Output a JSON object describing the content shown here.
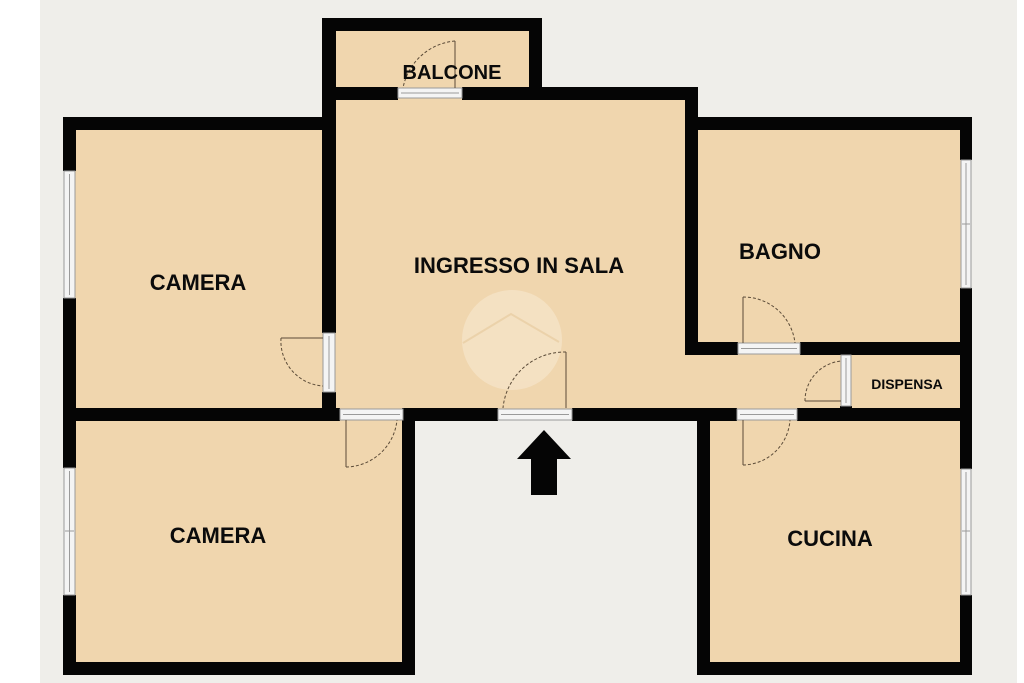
{
  "floorplan": {
    "colors": {
      "background": "#efeeea",
      "page": "#ffffff",
      "room_fill": "#f0d6ae",
      "wall": "#050505",
      "window": "#e6e6e6",
      "door_arc": "#6b5a44",
      "watermark": "#f6e6cc"
    },
    "rooms": [
      {
        "id": "balcone",
        "label": "BALCONE"
      },
      {
        "id": "ingresso",
        "label": "INGRESSO IN SALA"
      },
      {
        "id": "camera1",
        "label": "CAMERA"
      },
      {
        "id": "bagno",
        "label": "BAGNO"
      },
      {
        "id": "dispensa",
        "label": "DISPENSA"
      },
      {
        "id": "camera2",
        "label": "CAMERA"
      },
      {
        "id": "cucina",
        "label": "CUCINA"
      }
    ],
    "entrance_arrow": "up-arrow-icon"
  }
}
